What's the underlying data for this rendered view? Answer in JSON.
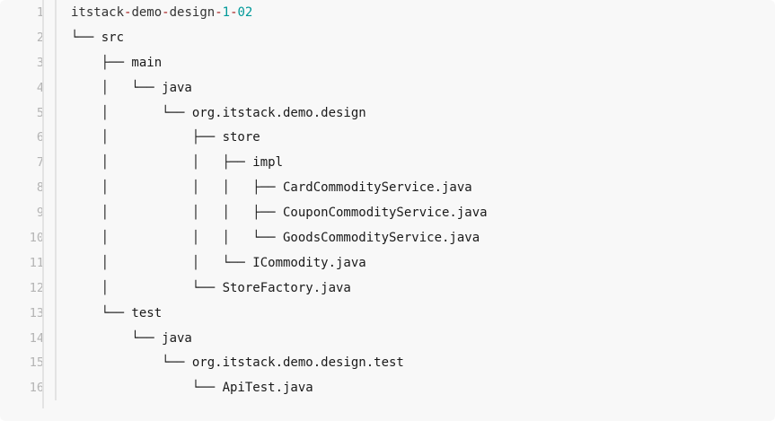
{
  "code_block": {
    "language": "text",
    "background_color": "#f8f8f8",
    "gutter_color": "#b4b4b4",
    "gutter_rule_color": "#e3e3e3",
    "text_color": "#1a1a1a",
    "syntax_colors": {
      "name": "#333333",
      "operator": "#a61717",
      "number": "#009999"
    },
    "first_line": {
      "segments": [
        {
          "text": "itstack",
          "type": "name"
        },
        {
          "text": "-",
          "type": "operator"
        },
        {
          "text": "demo",
          "type": "name"
        },
        {
          "text": "-",
          "type": "operator"
        },
        {
          "text": "design",
          "type": "name"
        },
        {
          "text": "-",
          "type": "operator"
        },
        {
          "text": "1",
          "type": "number"
        },
        {
          "text": "-",
          "type": "operator"
        },
        {
          "text": "02",
          "type": "number"
        }
      ]
    },
    "line_numbers": [
      "1",
      "2",
      "3",
      "4",
      "5",
      "6",
      "7",
      "8",
      "9",
      "10",
      "11",
      "12",
      "13",
      "14",
      "15",
      "16"
    ],
    "lines": [
      "itstack-demo-design-1-02",
      "└── src",
      "    ├── main",
      "    │   └── java",
      "    │       └── org.itstack.demo.design",
      "    │           ├── store",
      "    │           │   ├── impl",
      "    │           │   │   ├── CardCommodityService.java",
      "    │           │   │   ├── CouponCommodityService.java",
      "    │           │   │   └── GoodsCommodityService.java",
      "    │           │   └── ICommodity.java",
      "    │           └── StoreFactory.java",
      "    └── test",
      "        └── java",
      "            └── org.itstack.demo.design.test",
      "                └── ApiTest.java"
    ]
  }
}
